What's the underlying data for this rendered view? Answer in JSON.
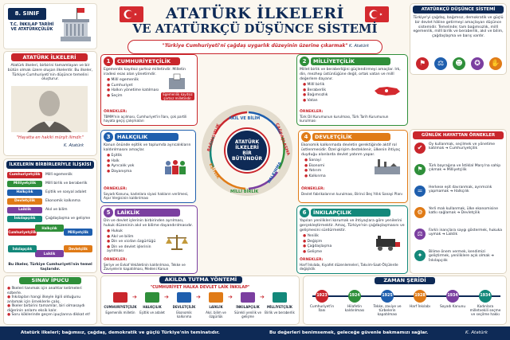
{
  "header": {
    "grade": "8. SINIF",
    "subject_line1": "T.C. İNKILAP TARİHİ",
    "subject_line2": "VE ATATÜRKÇÜLÜK",
    "title_line1": "ATATÜRK İLKELERİ",
    "title_line2": "VE ATATÜRKÇÜ DÜŞÜNCE SİSTEMİ",
    "quote": "\"Türkiye Cumhuriyeti'ni çağdaş uygarlık düzeyinin üzerine çıkarmak\"",
    "signature": "K. Atatürk"
  },
  "colors": {
    "navy": "#0e2a56",
    "red": "#c9262c",
    "green": "#2f8f3a",
    "blue": "#1f5fae",
    "orange": "#e07b17",
    "purple": "#7b3fa0",
    "teal": "#13887a"
  },
  "left_panel": {
    "title": "ATATÜRK İLKELERİ",
    "text": "Atatürk ilkeleri, birbirini tamamlayan ve bir bütün olmak üzere oluşan ilkelerdir. Bu ilkeler, Türkiye Cumhuriyeti'nin düşünce temelini oluşturur.",
    "quote": "\"Hayatta en hakiki mürşit ilimdir.\"",
    "signature": "K. Atatürk",
    "relation_title": "İLKELERİN BİRBİRLERİYLE İLİŞKİSİ",
    "relations": [
      {
        "tag": "Cumhuriyetçilik",
        "text": "Millî egemenlik"
      },
      {
        "tag": "Milliyetçilik",
        "text": "Millî birlik ve beraberlik"
      },
      {
        "tag": "Halkçılık",
        "text": "Eşitlik ve sosyal adalet"
      },
      {
        "tag": "Devletçilik",
        "text": "Ekonomik kalkınma"
      },
      {
        "tag": "Laiklik",
        "text": "Akıl ve bilim"
      },
      {
        "tag": "İnkılapçılık",
        "text": "Çağdaşlaşma ve gelişme"
      }
    ],
    "cycle": [
      "Cumhuriyetçilik",
      "Halkçılık",
      "Milliyetçilik",
      "Devletçilik",
      "Laiklik",
      "İnkılapçılık"
    ],
    "cycle_text": "Bu ilkeler, Türkiye Cumhuriyeti'nin temel taşlarıdır."
  },
  "principles": [
    {
      "no": "1",
      "title": "CUMHURİYETÇİLİK",
      "text": "Egemenlik kayıtsız şartsız milletindir. Milletin iradesi esas alan yönetimdir.",
      "items": [
        "Millî egemenlik",
        "Cumhuriyet",
        "Halkın yönetime katılması",
        "Seçim"
      ],
      "label": "Egemenlik kayıtsız şartsız milletindir.",
      "examples_title": "ÖRNEKLER:",
      "examples": "TBMM'nin açılması, Cumhuriyet'in İlanı, çok partili hayata geçiş çalışmaları"
    },
    {
      "no": "2",
      "title": "MİLLİYETÇİLİK",
      "text": "Millet birlik ve beraberliğini güçlendirmeyi amaçlar. Irk, din, mezhep üstünlüğüne değil, ortak vatan ve millî değerlere dayanır.",
      "items": [
        "Millî birlik",
        "Beraberlik",
        "Bağımsızlık",
        "Vatan"
      ],
      "examples_title": "ÖRNEKLER:",
      "examples": "Türk Dil Kurumunun kurulması, Türk Tarih Kurumunun kurulması"
    },
    {
      "no": "3",
      "title": "HALKÇILIK",
      "text": "Kanun önünde eşitlik ve toplumda ayrıcalıkların kaldırılmasını amaçlar.",
      "items": [
        "Eşitlik",
        "Halk",
        "Ayrıcalık yok",
        "Dayanışma"
      ],
      "examples_title": "ÖRNEKLER:",
      "examples": "Soyadı Kanunu, kadınlara siyasi hakların verilmesi, Aşar Vergisinin kaldırılması"
    },
    {
      "no": "4",
      "title": "DEVLETÇİLİK",
      "text": "Ekonomik kalkınmada devletin gerektiğinde aktif rol üstlenmesidir. Özel girişim desteklenir, ülkenin ihtiyaç duyduğu alanlarda devlet yatırım yapar.",
      "items": [
        "Sanayi",
        "Ekonomi",
        "Yatırım",
        "Kalkınma"
      ],
      "examples_title": "ÖRNEKLER:",
      "examples": "Devlet fabrikalarının kurulması, Birinci Beş Yıllık Sanayi Planı"
    },
    {
      "no": "5",
      "title": "LAİKLİK",
      "text": "Din ve devlet işlerinin birbirinden ayrılması, hukuk düzeninin akıl ve bilime dayandırılmasıdır.",
      "items": [
        "Hukuk",
        "Akıl ve bilim",
        "Din ve vicdan özgürlüğü",
        "Din ve devlet işlerinin ayrılması"
      ],
      "examples_title": "ÖRNEKLER:",
      "examples": "Şeriye ve Evkaf Vekâletinin kaldırılması, Tekke ve Zaviyelerin kapatılması, Medeni Kanun"
    },
    {
      "no": "6",
      "title": "İNKILAPÇILIK",
      "text": "Yapılan yenilikleri korumak ve ihtiyaçlara göre yenilerini gerçekleştirmektir. Amaç, Türkiye'nin çağdaşlaşmasını ve gelişmesini sürdürmektir.",
      "items": [
        "Yenilik",
        "Değişim",
        "Çağdaşlaşma",
        "Gelişme"
      ],
      "examples_title": "ÖRNEKLER:",
      "examples": "Harf İnkılabı, Kıyafet düzenlemeleri, Takvim-Saat-Ölçülerde değişiklik"
    }
  ],
  "center": {
    "line1": "ATATÜRK",
    "line2": "İLKELERİ",
    "line3": "BİR",
    "line4": "BÜTÜNDÜR",
    "ring": [
      "AKIL VE BİLİM",
      "ÇAĞDAŞLAŞMA",
      "KALKINMA",
      "MİLLİ BİRLİK",
      "EŞİTLİK",
      "BAĞIMSIZLIK"
    ]
  },
  "right_panel": {
    "title": "ATATÜRKÇÜ DÜŞÜNCE SİSTEMİ NEDİR?",
    "text": "Türkiye'yi çağdaş, bağımsız, demokratik ve güçlü bir devlet hâline getirmeyi amaçlayan düşünce sistemidir. Temelinde; tam bağımsızlık, millî egemenlik, millî birlik ve beraberlik, akıl ve bilim, çağdaşlaşma ve barış vardır.",
    "icon_names": [
      "flag-icon",
      "scale-icon",
      "people-icon",
      "brain-icon",
      "handshake-icon"
    ],
    "examples_title": "GÜNLÜK HAYATTAN ÖRNEKLER",
    "examples": [
      {
        "icon": "vote-icon",
        "text": "Oy kullanmak, seçilmek ve yönetime katılmak ➔ Cumhuriyetçilik"
      },
      {
        "icon": "flag-icon",
        "text": "Türk bayrağına ve İstiklal Marşı'na sahip çıkmak ➔ Milliyetçilik"
      },
      {
        "icon": "equality-icon",
        "text": "Herkese eşit davranmak, ayrımcılık yapmamak ➔ Halkçılık"
      },
      {
        "icon": "factory-icon",
        "text": "Yerli malı kullanmak, ülke ekonomisine katkı sağlamak ➔ Devletçilik"
      },
      {
        "icon": "scale-icon",
        "text": "Farklı inançlara saygı göstermek, hukuka uymak ➔ Laiklik"
      },
      {
        "icon": "lightbulb-icon",
        "text": "Bilime önem vermek, kendimizi geliştirmek, yeniliklere açık olmak ➔ İnkılapçılık"
      }
    ]
  },
  "tips": {
    "title": "SINAV İPUCU",
    "items": [
      "İlkeleri tanımak için anahtar kelimeleri ezberle.",
      "İnkılapları hangi ilkeyle ilgili olduğunu anlamak için örneklerle çalış.",
      "İlkeler birbirini tamamlar, biri olmasaydı diğerinin anlamı eksik kalır.",
      "Soru köklerinde geçen ipuçlarına dikkat et!"
    ]
  },
  "method": {
    "title": "AKILDA TUTMA YÖNTEMİ",
    "slogan": "\"CUMHURİYET HALKA DEVLET LAİK İNKILAP\"",
    "steps": [
      {
        "name": "CUMHURİYETÇİLİK",
        "text": "Egemenlik milletin"
      },
      {
        "name": "HALKÇILIK",
        "text": "Eşitlik ve adalet"
      },
      {
        "name": "DEVLETÇİLİK",
        "text": "Ekonomik kalkınma"
      },
      {
        "name": "LAİKLİK",
        "text": "Akıl, bilim ve özgürlük"
      },
      {
        "name": "İNKILAPÇILIK",
        "text": "Sürekli yenilik ve gelişme"
      },
      {
        "name": "MİLLİYETÇİLİK",
        "text": "Birlik ve beraberlik"
      }
    ]
  },
  "timeline": {
    "title": "ZAMAN ŞERİDİ",
    "events": [
      {
        "year": "1923",
        "text": "Cumhuriyet'in İlanı"
      },
      {
        "year": "1924",
        "text": "Hilafetin kaldırılması"
      },
      {
        "year": "1925",
        "text": "Tekke, zaviye ve türbelerin kapatılması"
      },
      {
        "year": "1928",
        "text": "Harf İnkılabı"
      },
      {
        "year": "1934",
        "text": "Soyadı Kanunu"
      },
      {
        "year": "1934",
        "text": "Kadınlara milletvekili seçme ve seçilme hakkı"
      }
    ]
  },
  "footer": {
    "left": "Atatürk ilkeleri; bağımsız, çağdaş, demokratik ve güçlü Türkiye'nin teminatıdır.",
    "right": "Bu değerleri benimsemek, geleceğe güvenle bakmamızı sağlar.",
    "signature": "K. Atatürk"
  }
}
